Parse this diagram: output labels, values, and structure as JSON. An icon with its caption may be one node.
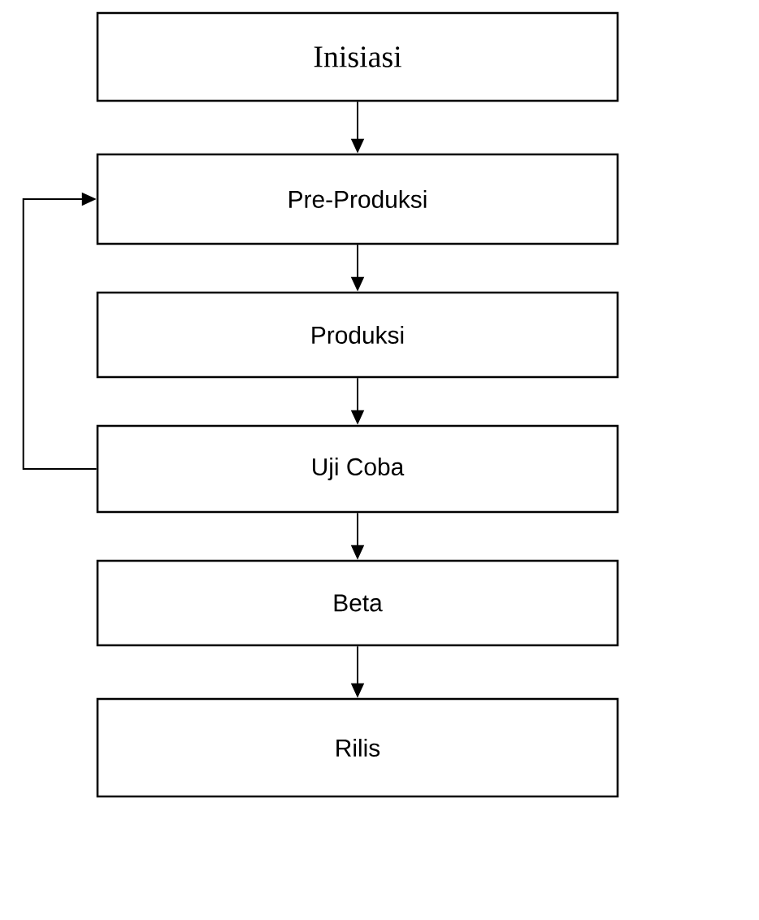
{
  "diagram": {
    "nodes": [
      {
        "text": [
          "Inisiasi"
        ]
      },
      {
        "text": [
          "Pre-Produksi"
        ]
      },
      {
        "text": [
          "Produksi"
        ]
      },
      {
        "text": [
          "Uji Coba"
        ]
      },
      {
        "text": [
          "Beta"
        ]
      },
      {
        "text": [
          "Rilis"
        ]
      }
    ],
    "edges": [
      {
        "from": 0,
        "to": 1,
        "arrow": "to"
      },
      {
        "from": 1,
        "to": 2,
        "arrow": "to"
      },
      {
        "from": 2,
        "to": 3,
        "arrow": "to"
      },
      {
        "from": 3,
        "to": 4,
        "arrow": "to"
      },
      {
        "from": 4,
        "to": 5,
        "arrow": "to"
      },
      {
        "from": 3,
        "to": 1,
        "arrow": "to"
      }
    ]
  }
}
